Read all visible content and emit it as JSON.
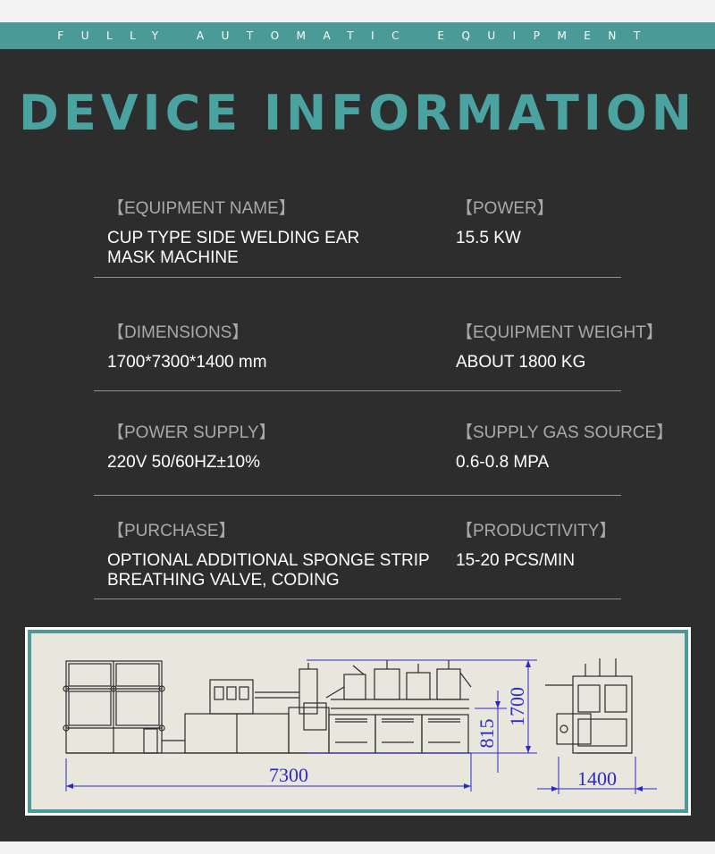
{
  "tagline": "FULLY AUTOMATIC EQUIPMENT",
  "headline": "DEVICE INFORMATION",
  "rows": [
    {
      "left": {
        "label": "【EQUIPMENT NAME】",
        "value": "CUP TYPE SIDE WELDING EAR\nMASK MACHINE"
      },
      "right": {
        "label": "【POWER】",
        "value": "15.5 KW"
      }
    },
    {
      "left": {
        "label": "【DIMENSIONS】",
        "value": "1700*7300*1400 mm"
      },
      "right": {
        "label": "【EQUIPMENT WEIGHT】",
        "value": "ABOUT 1800 KG"
      }
    },
    {
      "left": {
        "label": "【POWER SUPPLY】",
        "value": "220V   50/60HZ±10%"
      },
      "right": {
        "label": "【SUPPLY GAS SOURCE】",
        "value": "0.6-0.8 MPA"
      }
    },
    {
      "left": {
        "label": "【PURCHASE】",
        "value": "OPTIONAL ADDITIONAL SPONGE STRIP\nBREATHING VALVE, CODING"
      },
      "right": {
        "label": "【PRODUCTIVITY】",
        "value": "15-20  PCS/MIN"
      }
    }
  ],
  "drawing": {
    "length": "7300",
    "height": "1700",
    "table_height": "815",
    "width": "1400"
  },
  "colors": {
    "teal": "#4a9b98",
    "headline": "#4aa3a0",
    "panel": "#2d2d2d",
    "dimension_lines": "#2a2ac8"
  }
}
